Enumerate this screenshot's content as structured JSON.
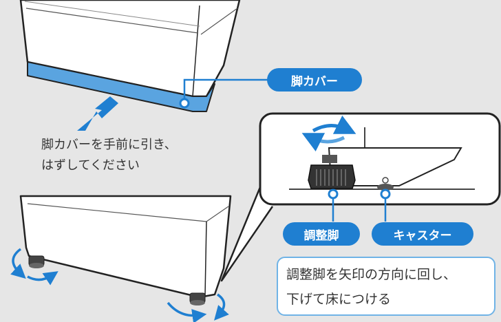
{
  "labels": {
    "plinth": "脚カバー",
    "adjuster": "調整脚",
    "caster": "キャスター"
  },
  "instructions": {
    "step1_line1": "脚カバーを手前に引き、",
    "step1_line2": "はずしてください",
    "step2_line1": "調整脚を矢印の方向に回し、",
    "step2_line2": "下げて床につける"
  },
  "colors": {
    "accent": "#1f7fd1",
    "outline": "#222222",
    "background": "#e6e6e6"
  }
}
